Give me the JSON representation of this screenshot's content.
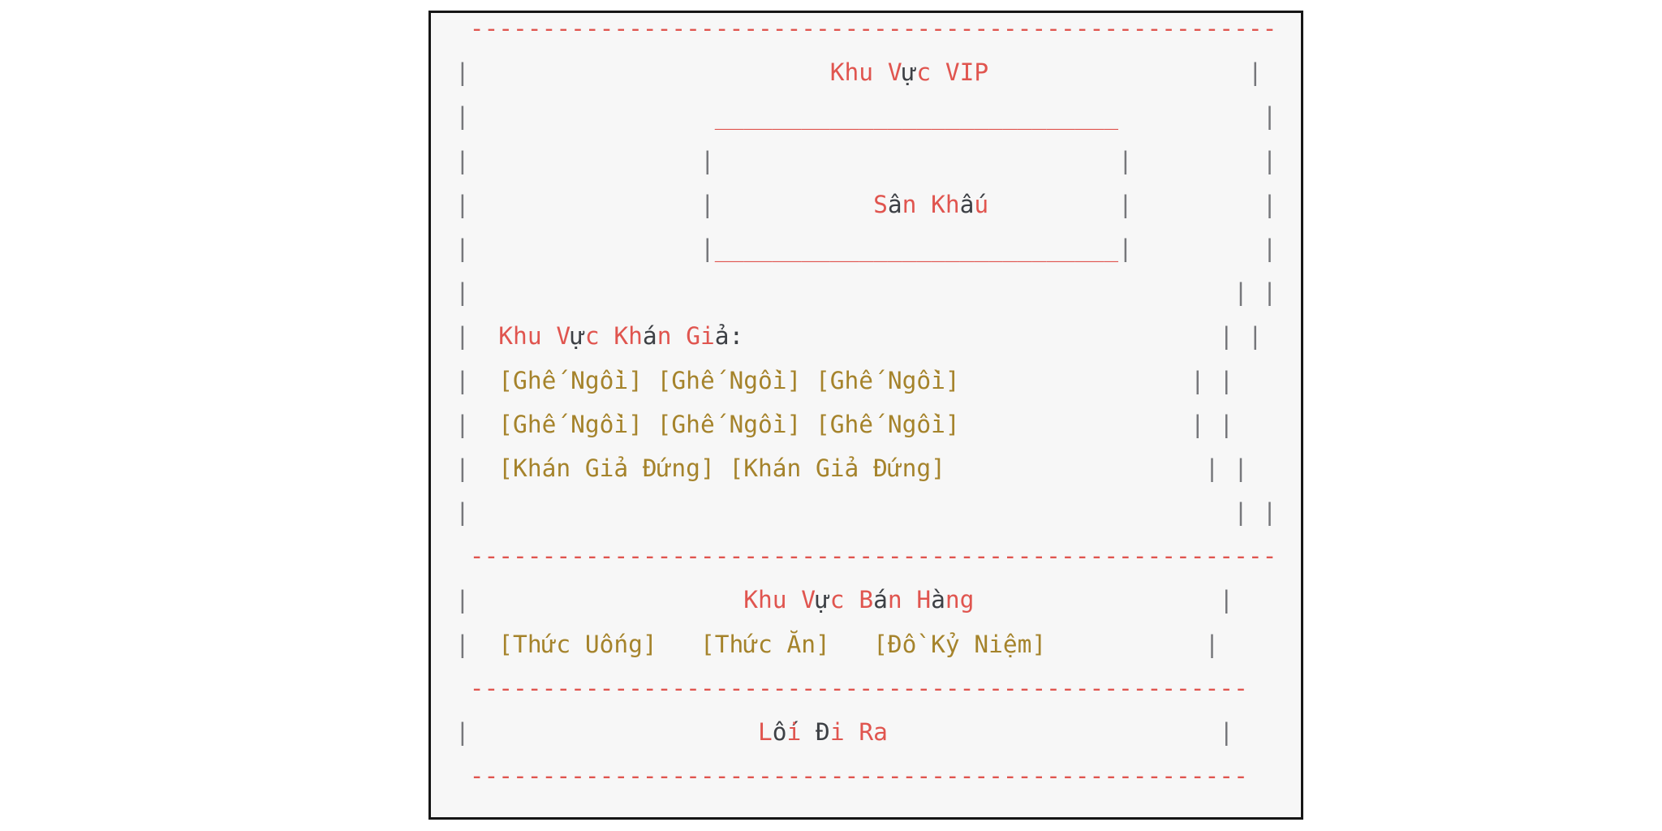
{
  "window": {
    "page_background": "#ffffff",
    "panel_background": "#f7f7f7",
    "panel_border_color": "#161616"
  },
  "palette": {
    "red": "#e0554f",
    "dark": "#3d4045",
    "gold": "#a5832b",
    "pipe": "#76777b"
  },
  "diagram": {
    "labels": {
      "vip_area": "Khu Vực VIP",
      "stage": "Sân Khấu",
      "audience_area": "Khu Vực Khán Giả:",
      "seat": "[Ghế Ngồi]",
      "standing_audience": "[Khán Giả Đứng]",
      "sales_area": "Khu Vực Bán Hàng",
      "drinks": "[Thức Uống]",
      "food": "[Thức Ăn]",
      "souvenirs": "[Đồ Kỷ Niệm]",
      "exit": "Lối Đi Ra"
    },
    "lines": [
      {
        "color": "red",
        "segs": [
          [
            " ",
            1
          ],
          [
            "-",
            56
          ]
        ]
      },
      {
        "color": "red",
        "segs": [
          [
            "|",
            1
          ],
          [
            " ",
            25
          ],
          [
            "Khu Vực VIP",
            1
          ],
          [
            " ",
            18
          ],
          [
            "|",
            1
          ]
        ]
      },
      {
        "color": "red",
        "segs": [
          [
            "|",
            1
          ],
          [
            " ",
            17
          ],
          [
            "_",
            28
          ],
          [
            " ",
            10
          ],
          [
            "|",
            1
          ]
        ]
      },
      {
        "color": "red",
        "segs": [
          [
            "|",
            1
          ],
          [
            " ",
            16
          ],
          [
            "|",
            1
          ],
          [
            " ",
            28
          ],
          [
            "|",
            1
          ],
          [
            " ",
            9
          ],
          [
            "|",
            1
          ]
        ]
      },
      {
        "color": "red",
        "segs": [
          [
            "|",
            1
          ],
          [
            " ",
            16
          ],
          [
            "|",
            1
          ],
          [
            " ",
            11
          ],
          [
            "Sân Khấu",
            1
          ],
          [
            " ",
            9
          ],
          [
            "|",
            1
          ],
          [
            " ",
            9
          ],
          [
            "|",
            1
          ]
        ]
      },
      {
        "color": "red",
        "segs": [
          [
            "|",
            1
          ],
          [
            " ",
            16
          ],
          [
            "|",
            1
          ],
          [
            "_",
            28
          ],
          [
            "|",
            1
          ],
          [
            " ",
            9
          ],
          [
            "|",
            1
          ]
        ]
      },
      {
        "color": "red",
        "segs": [
          [
            "|",
            1
          ],
          [
            " ",
            53
          ],
          [
            "|",
            1
          ],
          [
            " ",
            1
          ],
          [
            "|",
            1
          ]
        ]
      },
      {
        "color": "red",
        "segs": [
          [
            "|",
            1
          ],
          [
            " ",
            2
          ],
          [
            "Khu Vực Khán Giả:",
            1
          ],
          [
            " ",
            33
          ],
          [
            "|",
            1
          ],
          [
            " ",
            1
          ],
          [
            "|",
            1
          ]
        ]
      },
      {
        "color": "gold",
        "segs": [
          [
            "|",
            1
          ],
          [
            " ",
            2
          ],
          [
            "[Ghế Ngồi] [Ghế Ngồi] [Ghế Ngồi]",
            1
          ],
          [
            " ",
            16
          ],
          [
            "|",
            1
          ],
          [
            " ",
            1
          ],
          [
            "|",
            1
          ]
        ]
      },
      {
        "color": "gold",
        "segs": [
          [
            "|",
            1
          ],
          [
            " ",
            2
          ],
          [
            "[Ghế Ngồi] [Ghế Ngồi] [Ghế Ngồi]",
            1
          ],
          [
            " ",
            16
          ],
          [
            "|",
            1
          ],
          [
            " ",
            1
          ],
          [
            "|",
            1
          ]
        ]
      },
      {
        "color": "gold",
        "segs": [
          [
            "|",
            1
          ],
          [
            " ",
            2
          ],
          [
            "[Khán Giả Đứng] [Khán Giả Đứng]",
            1
          ],
          [
            " ",
            18
          ],
          [
            "|",
            1
          ],
          [
            " ",
            1
          ],
          [
            "|",
            1
          ]
        ]
      },
      {
        "color": "red",
        "segs": [
          [
            "|",
            1
          ],
          [
            " ",
            53
          ],
          [
            "|",
            1
          ],
          [
            " ",
            1
          ],
          [
            "|",
            1
          ]
        ]
      },
      {
        "color": "red",
        "segs": [
          [
            " ",
            1
          ],
          [
            "-",
            56
          ]
        ]
      },
      {
        "color": "red",
        "segs": [
          [
            "|",
            1
          ],
          [
            " ",
            19
          ],
          [
            "Khu Vực Bán Hàng",
            1
          ],
          [
            " ",
            17
          ],
          [
            "|",
            1
          ]
        ]
      },
      {
        "color": "gold",
        "segs": [
          [
            "|",
            1
          ],
          [
            " ",
            2
          ],
          [
            "[Thức Uống]   [Thức Ăn]   [Đồ Kỷ Niệm]",
            1
          ],
          [
            " ",
            11
          ],
          [
            "|",
            1
          ]
        ]
      },
      {
        "color": "red",
        "segs": [
          [
            " ",
            1
          ],
          [
            "-",
            54
          ]
        ]
      },
      {
        "color": "red",
        "segs": [
          [
            "|",
            1
          ],
          [
            " ",
            20
          ],
          [
            "Lối Đi Ra",
            1
          ],
          [
            " ",
            23
          ],
          [
            "|",
            1
          ]
        ]
      },
      {
        "color": "red",
        "segs": [
          [
            " ",
            1
          ],
          [
            "-",
            54
          ]
        ]
      }
    ]
  }
}
